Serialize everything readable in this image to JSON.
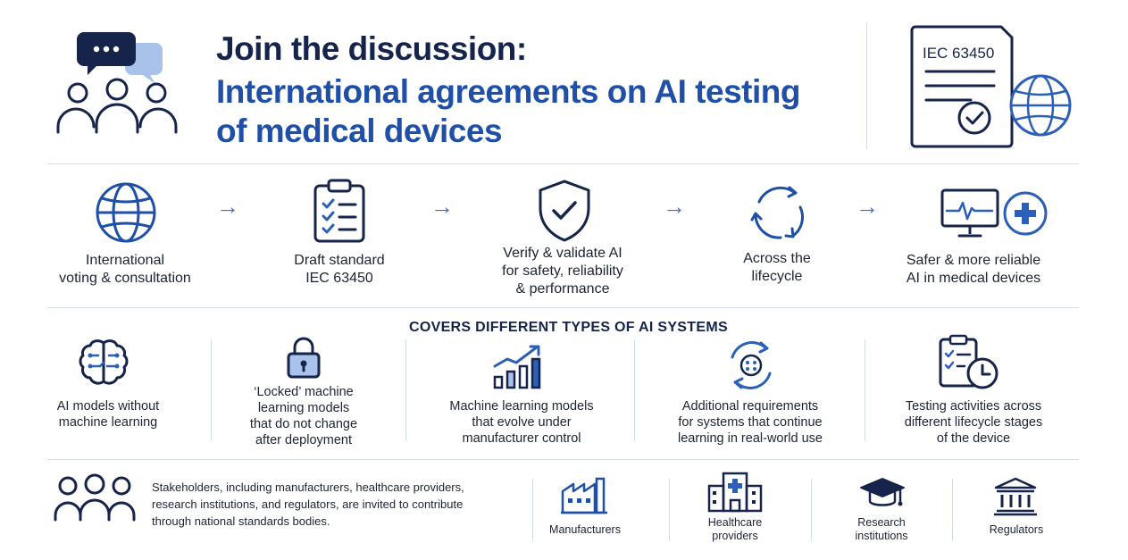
{
  "header": {
    "title_line1": "Join the discussion:",
    "title_line2": "International agreements on AI testing",
    "title_line3": "of medical devices",
    "doc_label": "IEC 63450"
  },
  "process": {
    "steps": [
      {
        "icon": "globe-icon",
        "line1": "International",
        "line2": "voting & consultation"
      },
      {
        "icon": "clipboard-icon",
        "line1": "Draft standard",
        "line2": "IEC 63450"
      },
      {
        "icon": "shield-check-icon",
        "line1": "Verify & validate AI",
        "line2": "for safety, reliability",
        "line3": "& performance"
      },
      {
        "icon": "cycle-icon",
        "line1": "Across the",
        "line2": "lifecycle"
      },
      {
        "icon": "medical-monitor-icon",
        "line1": "Safer & more reliable",
        "line2": "AI in medical devices"
      }
    ],
    "arrow": "→"
  },
  "types": {
    "heading": "COVERS DIFFERENT TYPES OF AI SYSTEMS",
    "items": [
      {
        "icon": "brain-icon",
        "line1": "AI models without",
        "line2": "machine learning"
      },
      {
        "icon": "lock-icon",
        "line1": "‘Locked’ machine",
        "line2": "learning models",
        "line3": "that do not change",
        "line4": "after deployment"
      },
      {
        "icon": "bar-chart-icon",
        "line1": "Machine learning models",
        "line2": "that evolve under",
        "line3": "manufacturer control"
      },
      {
        "icon": "continuous-learning-icon",
        "line1": "Additional requirements",
        "line2": "for systems that continue",
        "line3": "learning in real-world use"
      },
      {
        "icon": "checklist-clock-icon",
        "line1": "Testing activities across",
        "line2": "different lifecycle stages",
        "line3": "of the device"
      }
    ]
  },
  "stakeholders": {
    "text_line1": "Stakeholders, including manufacturers, healthcare providers,",
    "text_line2": "research institutions, and regulators, are invited to contribute",
    "text_line3": "through national standards bodies.",
    "groups": [
      {
        "icon": "factory-icon",
        "line1": "Manufacturers"
      },
      {
        "icon": "hospital-icon",
        "line1": "Healthcare",
        "line2": "providers"
      },
      {
        "icon": "graduation-cap-icon",
        "line1": "Research",
        "line2": "institutions"
      },
      {
        "icon": "government-building-icon",
        "line1": "Regulators"
      }
    ]
  },
  "colors": {
    "navy": "#16234a",
    "accent_blue": "#1f4fa6",
    "icon_blue": "#2c5fb8",
    "divider": "#d3dcea"
  }
}
